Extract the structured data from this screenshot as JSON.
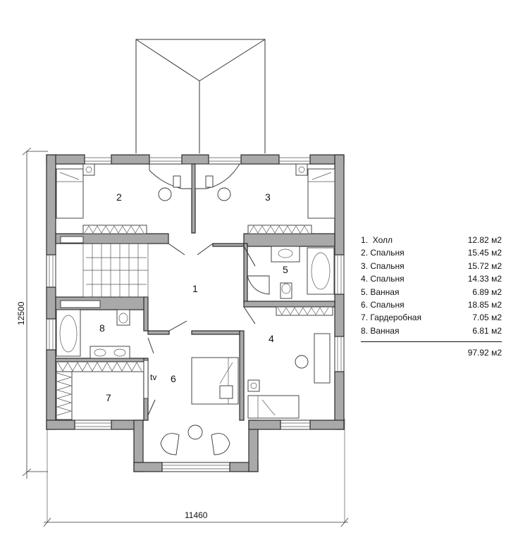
{
  "rooms": [
    {
      "num": "1",
      "name": "Холл",
      "area": "12.82 м2"
    },
    {
      "num": "2",
      "name": "Спальня",
      "area": "15.45 м2"
    },
    {
      "num": "3",
      "name": "Спальня",
      "area": "15.72 м2"
    },
    {
      "num": "4",
      "name": "Спальня",
      "area": "14.33 м2"
    },
    {
      "num": "5",
      "name": "Ванная",
      "area": "6.89 м2"
    },
    {
      "num": "6",
      "name": "Спальня",
      "area": "18.85 м2"
    },
    {
      "num": "7",
      "name": "Гардеробная",
      "area": "7.05 м2"
    },
    {
      "num": "8",
      "name": "Ванная",
      "area": "6.81 м2"
    }
  ],
  "total": "97.92 м2",
  "dimensions": {
    "width": "11460",
    "height": "12500"
  },
  "labels": {
    "tv": "tv"
  },
  "colors": {
    "wall_fill": "#a9a9a9",
    "line": "#333333"
  }
}
